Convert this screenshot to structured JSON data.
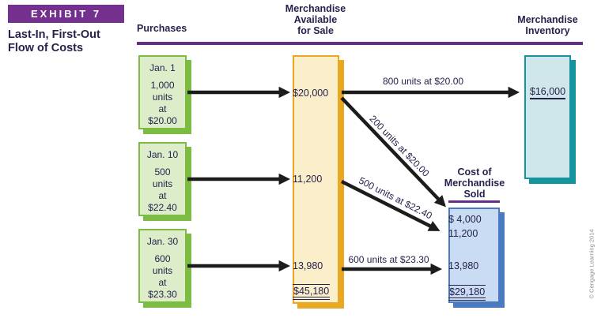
{
  "exhibit": {
    "label": "EXHIBIT 7",
    "title_line1": "Last-In, First-Out",
    "title_line2": "Flow of Costs"
  },
  "headers": {
    "purchases": "Purchases",
    "available": [
      "Merchandise",
      "Available",
      "for Sale"
    ],
    "inventory": [
      "Merchandise",
      "Inventory"
    ],
    "cogs": [
      "Cost of",
      "Merchandise",
      "Sold"
    ]
  },
  "purchases": [
    {
      "date": "Jan. 1",
      "lines": [
        "1,000",
        "units",
        "at",
        "$20.00"
      ]
    },
    {
      "date": "Jan. 10",
      "lines": [
        "500",
        "units",
        "at",
        "$22.40"
      ]
    },
    {
      "date": "Jan. 30",
      "lines": [
        "600",
        "units",
        "at",
        "$23.30"
      ]
    }
  ],
  "available_box": {
    "rows": [
      "$20,000",
      "11,200",
      "13,980"
    ],
    "total": "$45,180"
  },
  "inventory_box": {
    "value": "$16,000"
  },
  "cogs_box": {
    "rows": [
      "$ 4,000",
      "11,200",
      "13,980"
    ],
    "total": "$29,180"
  },
  "flow_labels": {
    "to_inventory": "800 units at $20.00",
    "diag1": "200 units at $20.00",
    "diag2": "500 units at $22.40",
    "to_cogs": "600 units at $23.30"
  },
  "credit": "© Cengage Learning 2014",
  "colors": {
    "purple": "#652d87",
    "purple-box": "#74308f",
    "green-border": "#7dbc42",
    "green-fill": "#ddedca",
    "gold-border": "#eaa822",
    "gold-fill": "#fbeecb",
    "teal-border": "#13949f",
    "teal-fill": "#cfe6ea",
    "blue-border": "#4a7abf",
    "blue-fill": "#c9dcf4",
    "ink": "#26224c",
    "arrow": "#1c1c1c",
    "credit": "#8f8f8f"
  }
}
